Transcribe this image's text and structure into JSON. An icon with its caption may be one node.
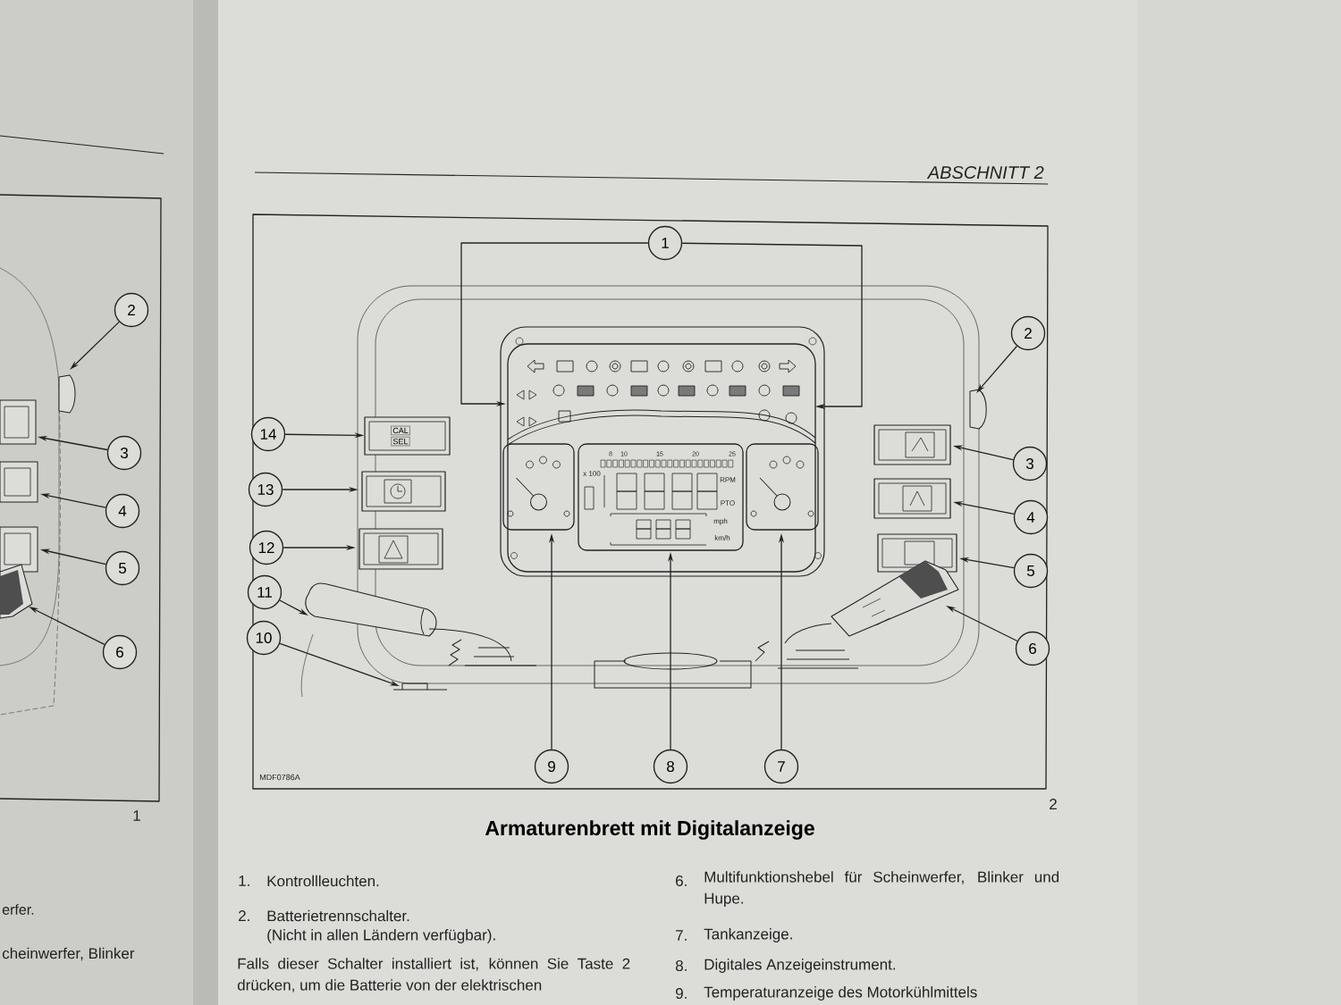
{
  "diagram": {
    "title": "Armaturenbrett mit Digitalanzeige",
    "nodes": [
      {
        "text": [
          "1"
        ]
      },
      {
        "text": [
          "2"
        ]
      },
      {
        "text": [
          "3"
        ]
      },
      {
        "text": [
          "4"
        ]
      },
      {
        "text": [
          "5"
        ]
      },
      {
        "text": [
          "6"
        ]
      },
      {
        "text": [
          "7"
        ]
      },
      {
        "text": [
          "8"
        ]
      },
      {
        "text": [
          "9"
        ]
      },
      {
        "text": [
          "10"
        ]
      },
      {
        "text": [
          "11"
        ]
      },
      {
        "text": [
          "12"
        ]
      },
      {
        "text": [
          "13"
        ]
      },
      {
        "text": [
          "14"
        ]
      },
      {
        "text": [
          "2"
        ]
      },
      {
        "text": [
          "3"
        ]
      },
      {
        "text": [
          "4"
        ]
      },
      {
        "text": [
          "5"
        ]
      },
      {
        "text": [
          "6"
        ]
      },
      {
        "text": [
          "CAL",
          "SEL"
        ]
      }
    ],
    "edges": [
      {
        "from": 0,
        "to": null,
        "arrow": "to"
      },
      {
        "from": 0,
        "to": null,
        "arrow": "to"
      },
      {
        "from": 1,
        "to": null,
        "arrow": "to"
      },
      {
        "from": 2,
        "to": null,
        "arrow": "to"
      },
      {
        "from": 3,
        "to": null,
        "arrow": "to"
      },
      {
        "from": 4,
        "to": null,
        "arrow": "to"
      },
      {
        "from": 5,
        "to": null,
        "arrow": "to"
      },
      {
        "from": 6,
        "to": null,
        "arrow": "to"
      },
      {
        "from": 7,
        "to": null,
        "arrow": "to"
      },
      {
        "from": 8,
        "to": null,
        "arrow": "to"
      },
      {
        "from": 9,
        "to": null,
        "arrow": "to"
      },
      {
        "from": 10,
        "to": null,
        "arrow": "to"
      },
      {
        "from": 11,
        "to": null,
        "arrow": "to"
      },
      {
        "from": 12,
        "to": null,
        "arrow": "to"
      },
      {
        "from": 13,
        "to": 19,
        "arrow": "to"
      },
      {
        "from": 14,
        "to": null,
        "arrow": "to"
      },
      {
        "from": 15,
        "to": null,
        "arrow": "to"
      },
      {
        "from": 16,
        "to": null,
        "arrow": "to"
      },
      {
        "from": 17,
        "to": null,
        "arrow": "to"
      },
      {
        "from": 18,
        "to": null,
        "arrow": "to"
      }
    ],
    "labels": [
      "ABSCHNITT 2",
      "8",
      "10",
      "15",
      "20",
      "25",
      "x 100",
      "RPM",
      "PTO",
      "mph",
      "km/h",
      "MDF0786A",
      "1",
      "2",
      "1.",
      "Kontrollleuchten.",
      "6.",
      "Multifunktionshebel für Scheinwerfer, Blinker und Hupe.",
      "erfer.",
      "2.",
      "Batterietrennschalter.",
      "(Nicht in allen Ländern verfügbar).",
      "7.",
      "Tankanzeige.",
      "cheinwerfer, Blinker",
      "Falls dieser Schalter installiert ist, können Sie Taste 2 drücken, um die Batterie von der elektrischen",
      "8.",
      "Digitales Anzeigeinstrument.",
      "9.",
      "Temperaturanzeige des Motorkühlmittels"
    ]
  }
}
